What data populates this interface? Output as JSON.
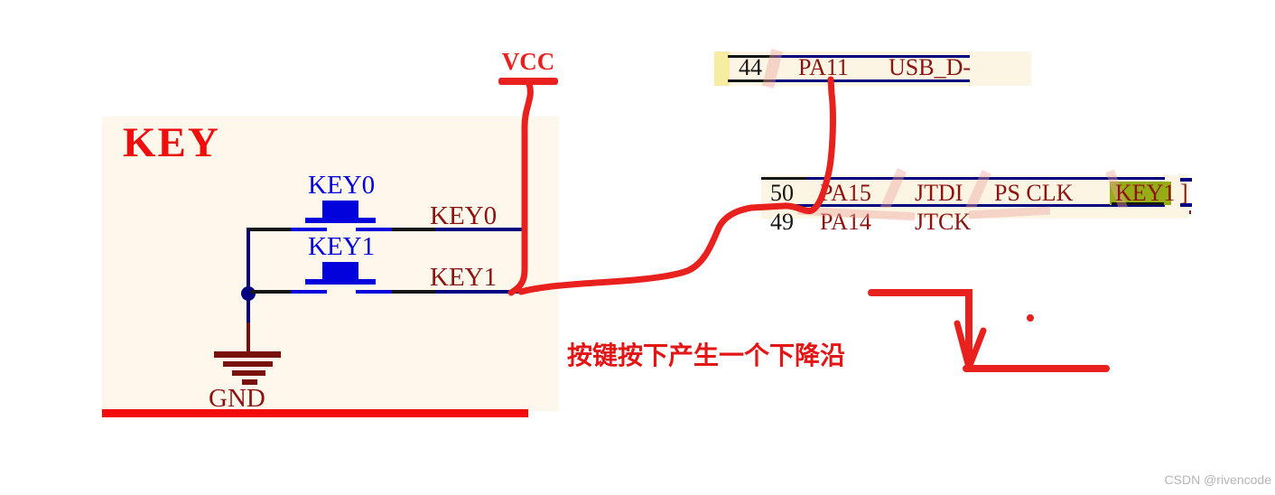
{
  "schematic": {
    "title": "KEY",
    "vcc_label": "VCC",
    "gnd_label": "GND",
    "buttons": [
      {
        "label": "KEY0",
        "net": "KEY0"
      },
      {
        "label": "KEY1",
        "net": "KEY1"
      }
    ]
  },
  "pin_table": {
    "rows": [
      {
        "pin": "44",
        "port": "PA11",
        "func": "USB_D-",
        "alt": "",
        "net": ""
      },
      {
        "pin": "50",
        "port": "PA15",
        "func": "JTDI",
        "alt": "PS CLK",
        "net": "KEY1"
      },
      {
        "pin": "49",
        "port": "PA14",
        "func": "JTCK",
        "alt": "",
        "net": ""
      }
    ],
    "edge_fragment": "]"
  },
  "annotation": {
    "falling_edge_note": "按键按下产生一个下降沿"
  },
  "watermark": "CSDN @rivencode",
  "colors": {
    "annotation_red": "#E8201E",
    "baseline_red": "#F50D0D",
    "schematic_maroon": "#8C1310",
    "wire_navy": "#000080",
    "component_blue": "#0202DC",
    "net_highlight_olive": "#96AC17",
    "pin_number_bg_yellow": "#F7EDA2",
    "sheet_cream": "#FDF8EB"
  }
}
